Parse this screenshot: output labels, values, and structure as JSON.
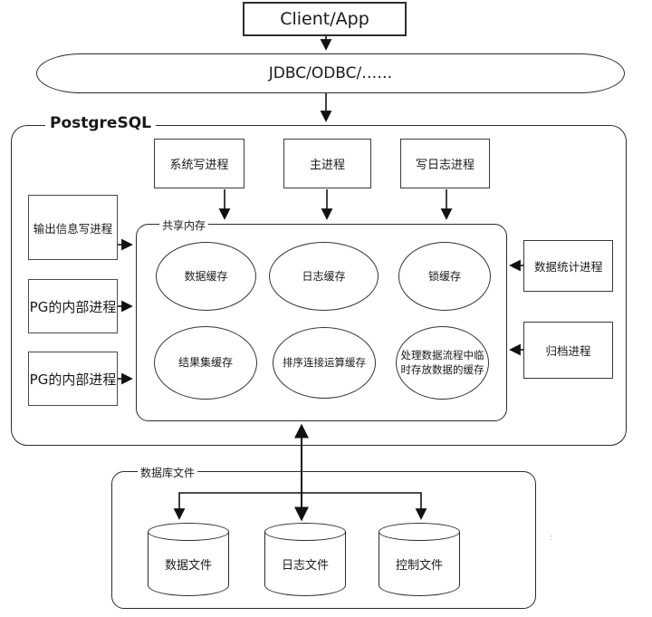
{
  "client": {
    "label": "Client/App"
  },
  "connector": {
    "label": "JDBC/ODBC/……"
  },
  "postgresql": {
    "label": "PostgreSQL",
    "top_processes": [
      {
        "label": "系统写进程"
      },
      {
        "label": "主进程"
      },
      {
        "label": "写日志进程"
      }
    ],
    "left_processes": [
      {
        "label": "输出信息写进程"
      },
      {
        "label": "PG的内部进程"
      },
      {
        "label": "PG的内部进程"
      }
    ],
    "right_processes": [
      {
        "label": "数据统计进程"
      },
      {
        "label": "归档进程"
      }
    ],
    "shared_memory": {
      "label": "共享内存",
      "caches": [
        "数据缓存",
        "日志缓存",
        "锁缓存",
        "结果集缓存",
        "排序连接运算缓存",
        "处理数据流程中临时存放数据的缓存"
      ]
    }
  },
  "database_files": {
    "label": "数据库文件",
    "files": [
      "数据文件",
      "日志文件",
      "控制文件"
    ]
  },
  "misc": {
    "artifact_dots": ":"
  }
}
